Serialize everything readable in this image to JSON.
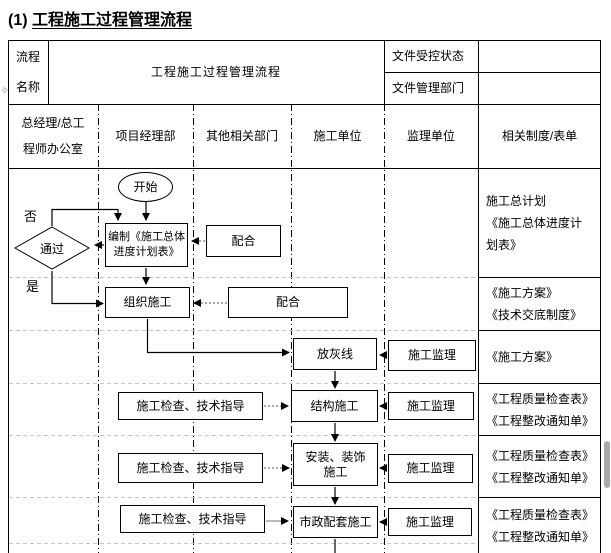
{
  "title": {
    "prefix": "(1)",
    "main": "工程施工过程管理流程"
  },
  "meta_table": {
    "name_label_line1": "流程",
    "name_label_line2": "名称",
    "name_value": "工程施工过程管理流程",
    "controlled_state_label": "文件受控状态",
    "controlled_state_value": "",
    "manage_dept_label": "文件管理部门",
    "manage_dept_value": ""
  },
  "lanes": {
    "office_line1": "总经理/总工",
    "office_line2": "程师办公室",
    "project_dept": "项目经理部",
    "other_dept": "其他相关部门",
    "construction_unit": "施工单位",
    "supervision_unit": "监理单位",
    "docs_column": "相关制度/表单"
  },
  "flow": {
    "start": "开始",
    "no_label": "否",
    "yes_label": "是",
    "decision": "通过",
    "compile_line1": "编制《施工总体",
    "compile_line2": "进度计划表》",
    "cooperate": "配合",
    "organize": "组织施工",
    "lay_line": "放灰线",
    "supervise": "施工监理",
    "inspect": "施工检查、技术指导",
    "structure": "结构施工",
    "install_line1": "安装、装饰",
    "install_line2": "施工",
    "municipal": "市政配套施工"
  },
  "docs": {
    "row1_line1": "施工总计划",
    "row1_line2": "《施工总体进度计",
    "row1_line3": "划表》",
    "row2_line1": "《施工方案》",
    "row2_line2": "《技术交底制度》",
    "row3_line1": "《施工方案》",
    "quality_form": "《工程质量检查表》",
    "notice_form": "《工程整改通知单》"
  },
  "artifacts": {
    "cursor_glyph": "✧"
  },
  "colors": {
    "border": "#000000",
    "row_divider": "#c8c8c8",
    "dotted_connector": "#8f8f8f",
    "scrollbar_thumb": "#a9a9a9"
  }
}
